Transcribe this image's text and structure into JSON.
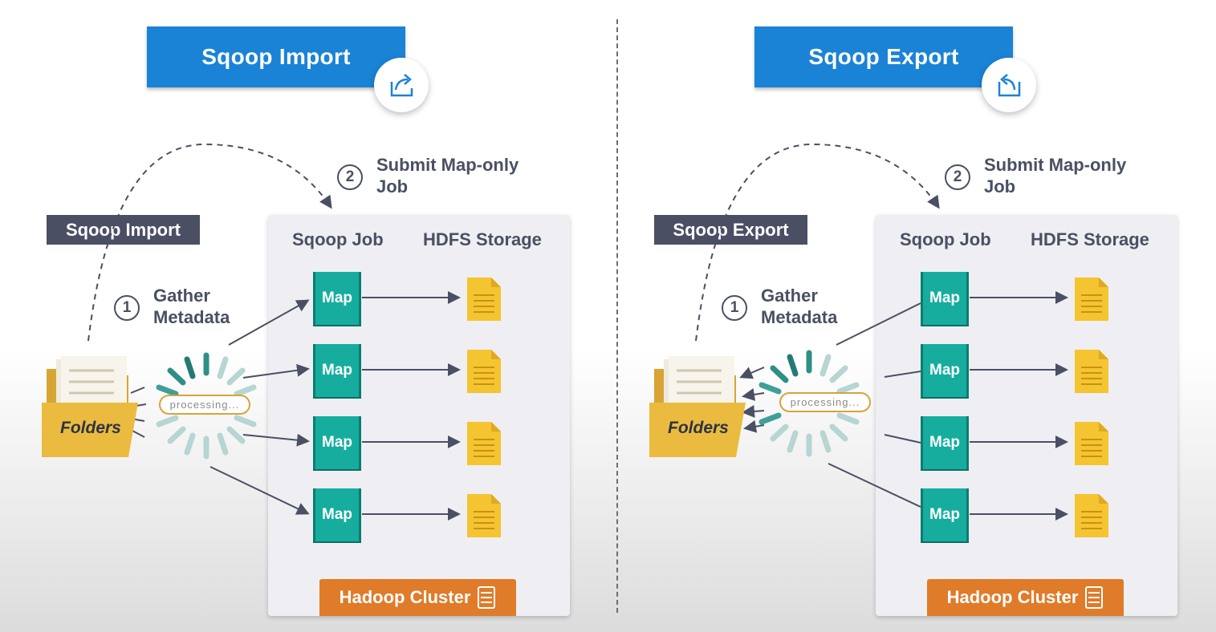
{
  "panels": [
    {
      "title": "Sqoop Import",
      "tag": "Sqoop Import",
      "step1": {
        "number": "1",
        "label": "Gather Metadata"
      },
      "step2": {
        "number": "2",
        "label": "Submit Map-only Job"
      },
      "columns": {
        "job": "Sqoop Job",
        "storage": "HDFS Storage"
      },
      "maps": [
        "Map",
        "Map",
        "Map",
        "Map"
      ],
      "folder_label": "Folders",
      "processing": "processing...",
      "cluster_label": "Hadoop Cluster",
      "direction": "import",
      "title_icon": "share-out-icon"
    },
    {
      "title": "Sqoop Export",
      "tag": "Sqoop Export",
      "step1": {
        "number": "1",
        "label": "Gather Metadata"
      },
      "step2": {
        "number": "2",
        "label": "Submit Map-only Job"
      },
      "columns": {
        "job": "Sqoop Job",
        "storage": "HDFS Storage"
      },
      "maps": [
        "Map",
        "Map",
        "Map",
        "Map"
      ],
      "folder_label": "Folders",
      "processing": "processing...",
      "cluster_label": "Hadoop Cluster",
      "direction": "export",
      "title_icon": "share-in-icon"
    }
  ],
  "colors": {
    "banner": "#1a83d6",
    "dark_label": "#4a4f63",
    "map": "#16ad9e",
    "document": "#f5c431",
    "cluster_label": "#e07b2a",
    "folder": "#eabb3e"
  }
}
